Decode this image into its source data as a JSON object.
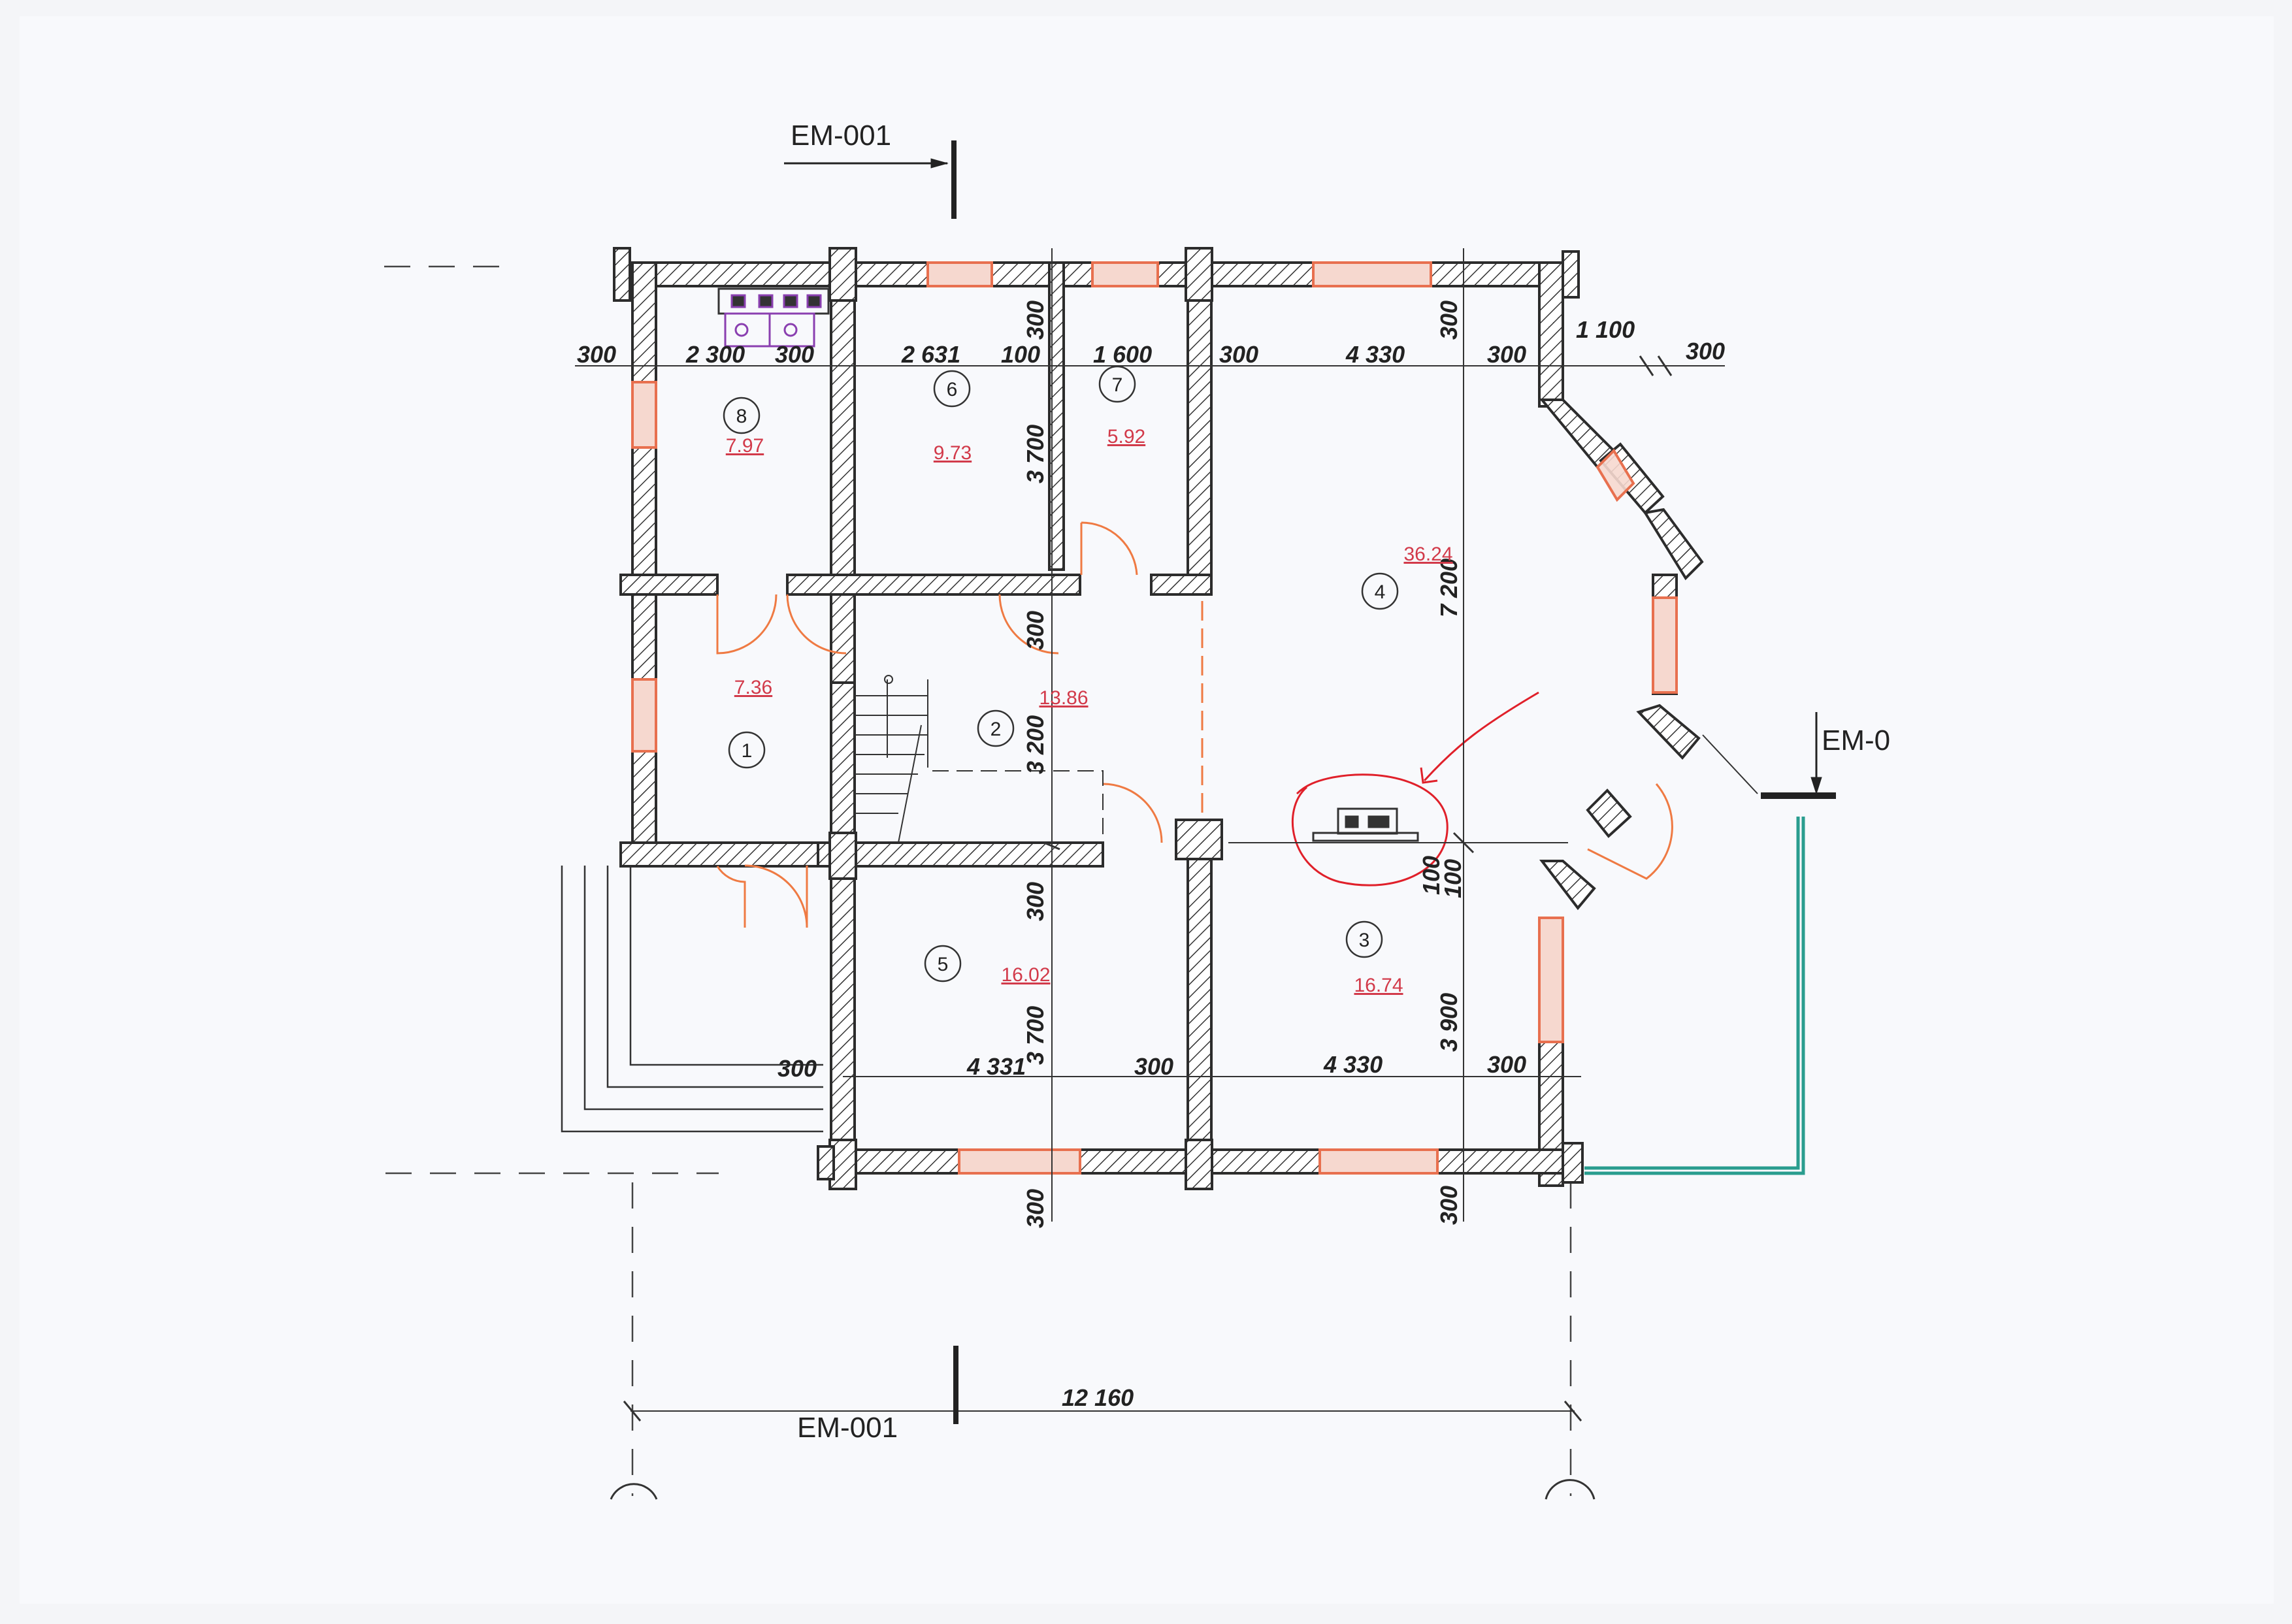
{
  "colors": {
    "wall": "#2c2c2c",
    "window": "#e8704f",
    "door": "#ef7a43",
    "area_label": "#d23a4a",
    "annotation": "#e0202a",
    "terrace": "#2a9d8f",
    "plumbing": "#8a3fb0"
  },
  "sections": {
    "top_left": "EM-001",
    "right": "EM-0",
    "bottom": "EM-001"
  },
  "dimensions": {
    "top": [
      "300",
      "2 300",
      "300",
      "2 631",
      "100",
      "1 600",
      "300",
      "4 330",
      "300",
      "1 100",
      "300"
    ],
    "bottom": [
      "300",
      "4 331",
      "300",
      "4 330",
      "300"
    ],
    "vertical_mid": [
      "300",
      "3 700",
      "300",
      "3 200",
      "300",
      "3 700",
      "300"
    ],
    "vertical_right": [
      "300",
      "7 200",
      "100",
      "100",
      "3 900",
      "300"
    ],
    "overall_width": "12 160"
  },
  "rooms": [
    {
      "number": "1",
      "area": "7.36"
    },
    {
      "number": "2",
      "area": "13.86"
    },
    {
      "number": "3",
      "area": "16.74"
    },
    {
      "number": "4",
      "area": "36.24"
    },
    {
      "number": "5",
      "area": "16.02"
    },
    {
      "number": "6",
      "area": "9.73"
    },
    {
      "number": "7",
      "area": "5.92"
    },
    {
      "number": "8",
      "area": "7.97"
    }
  ]
}
